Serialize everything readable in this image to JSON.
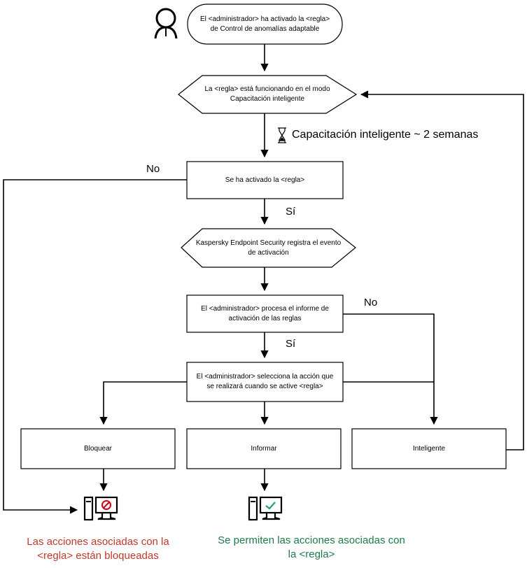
{
  "colors": {
    "stroke": "#000000",
    "blocked_text": "#c0392b",
    "allowed_text": "#1e7a4a",
    "blocked_icon": "#d0021b",
    "allowed_icon": "#21a366"
  },
  "nodes": {
    "start": "El <administrador> ha activado la <regla>\nde Control de anomalías adaptable",
    "smart_mode": "La <regla> está funcionando en el modo\nCapacitación inteligente",
    "rule_triggered": "Se ha activado la <regla>",
    "kes_logs": "Kaspersky Endpoint Security registra el evento\nde activación",
    "admin_processes": "El <administrador> procesa el informe de\nactivación de las reglas",
    "admin_selects": "El <administrador> selecciona la acción que\nse realizará cuando se active <regla>",
    "block": "Bloquear",
    "notify": "Informar",
    "smart": "Inteligente"
  },
  "edges": {
    "training_duration": "Capacitación inteligente ~ 2 semanas",
    "no_1": "No",
    "yes_1": "Sí",
    "no_2": "No",
    "yes_2": "Sí"
  },
  "outcomes": {
    "blocked": "Las acciones asociadas con la\n<regla> están bloqueadas",
    "allowed": "Se permiten las acciones asociadas con\nla <regla>"
  },
  "icons": {
    "admin": "user-icon",
    "timer": "hourglass-icon",
    "blocked": "computer-blocked-icon",
    "allowed": "computer-allowed-icon"
  }
}
